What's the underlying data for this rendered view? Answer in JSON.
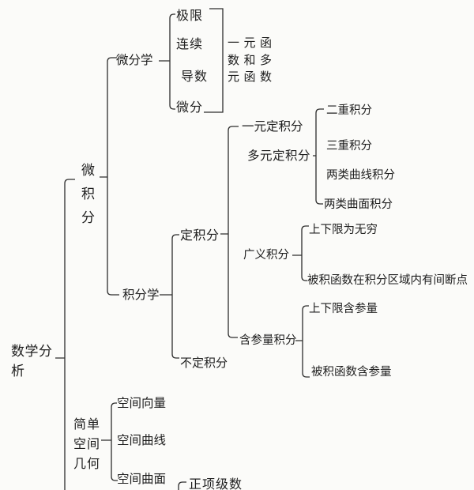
{
  "colors": {
    "background": "#fbfbf9",
    "ink": "#1e1e1e",
    "line": "#2d2d2d"
  },
  "tree": {
    "root": {
      "label": "数学分析"
    },
    "calculus": {
      "label": "微积分",
      "differential": {
        "label": "微分学",
        "items": [
          {
            "label": "极限"
          },
          {
            "label": "连续"
          },
          {
            "label": "导数"
          },
          {
            "label": "微分"
          }
        ],
        "note": {
          "label": "一元函数和多元函数"
        }
      },
      "integral": {
        "label": "积分学",
        "definite": {
          "label": "定积分",
          "univariate": {
            "label": "一元定积分"
          },
          "multivariate": {
            "label": "多元定积分",
            "items": [
              {
                "label": "二重积分"
              },
              {
                "label": "三重积分"
              },
              {
                "label": "两类曲线积分"
              },
              {
                "label": "两类曲面积分"
              }
            ]
          },
          "improper": {
            "label": "广义积分",
            "items": [
              {
                "label": "上下限为无穷"
              },
              {
                "label": "被积函数在积分区域内有间断点"
              }
            ]
          },
          "parametric": {
            "label": "含参量积分",
            "items": [
              {
                "label": "上下限含参量"
              },
              {
                "label": "被积函数含参量"
              }
            ]
          }
        },
        "indefinite": {
          "label": "不定积分"
        }
      }
    },
    "geometry": {
      "label": "简单空间几何",
      "items": [
        {
          "label": "空间向量"
        },
        {
          "label": "空间曲线"
        },
        {
          "label": "空间曲面"
        }
      ]
    },
    "series": {
      "label": "正项级数"
    }
  }
}
